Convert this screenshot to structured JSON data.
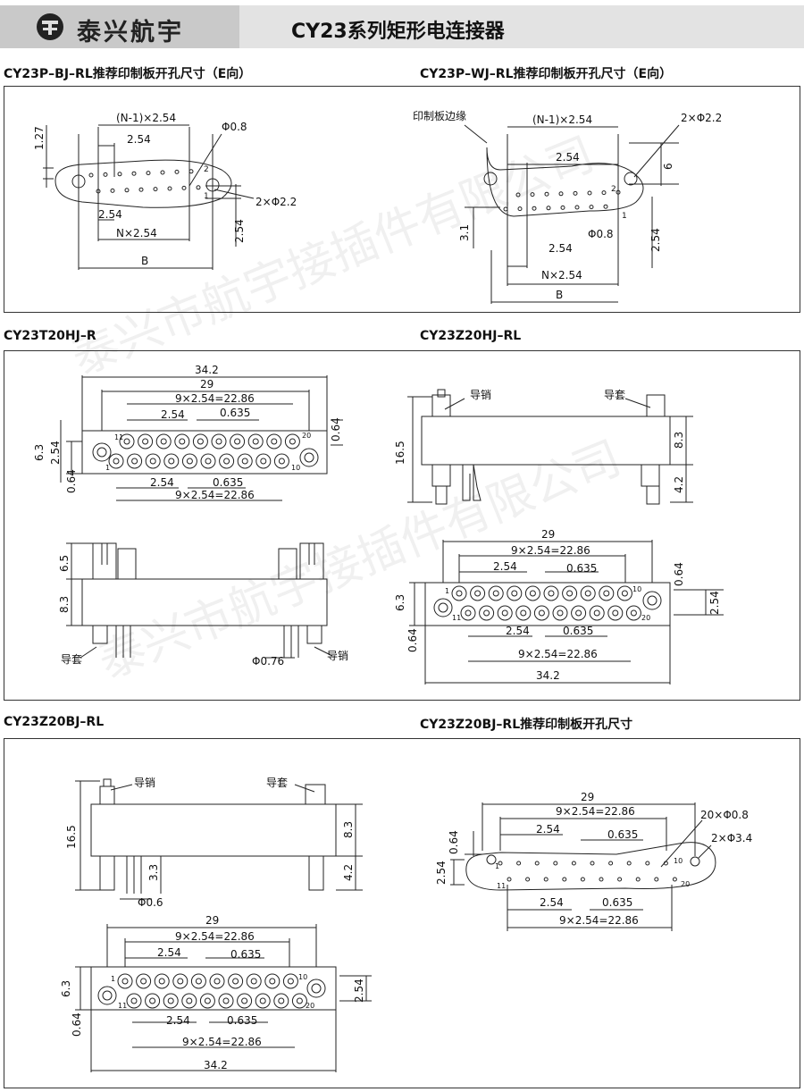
{
  "header": {
    "brand": "泰兴航宇",
    "title": "CY23系列矩形电连接器"
  },
  "watermark": "泰兴市航宇接插件有限公司",
  "sections": {
    "p_bj": {
      "title": "CY23P–BJ–RL推荐印制板开孔尺寸（E向）"
    },
    "p_wj": {
      "title": "CY23P–WJ–RL推荐印制板开孔尺寸（E向）"
    },
    "t20hj": {
      "title": "CY23T20HJ–R"
    },
    "z20hj": {
      "title": "CY23Z20HJ–RL"
    },
    "z20bj": {
      "title": "CY23Z20BJ–RL"
    },
    "z20bj_pcb": {
      "title": "CY23Z20BJ–RL推荐印制板开孔尺寸"
    }
  },
  "labels": {
    "n1x254": "(N-1)×2.54",
    "d254": "2.54",
    "nx254": "N×2.54",
    "b": "B",
    "d127": "1.27",
    "phi08": "Φ0.8",
    "phi22": "2×Φ2.2",
    "pcb_edge": "印制板边缘",
    "d6": "6",
    "d31": "3.1",
    "d342": "34.2",
    "d29": "29",
    "nine254": "9×2.54=22.86",
    "d0635": "0.635",
    "d064": "0.64",
    "d63": "6.3",
    "d65": "6.5",
    "d83": "8.3",
    "d165": "16.5",
    "d42": "4.2",
    "d33": "3.3",
    "phi076": "Φ0.76",
    "phi06": "Φ0.6",
    "guide_sleeve": "导套",
    "guide_pin": "导销",
    "phi08_20": "20×Φ0.8",
    "phi34": "2×Φ3.4",
    "pin1": "1",
    "pin2": "2",
    "pin10": "10",
    "pin11": "11",
    "pin20": "20"
  }
}
